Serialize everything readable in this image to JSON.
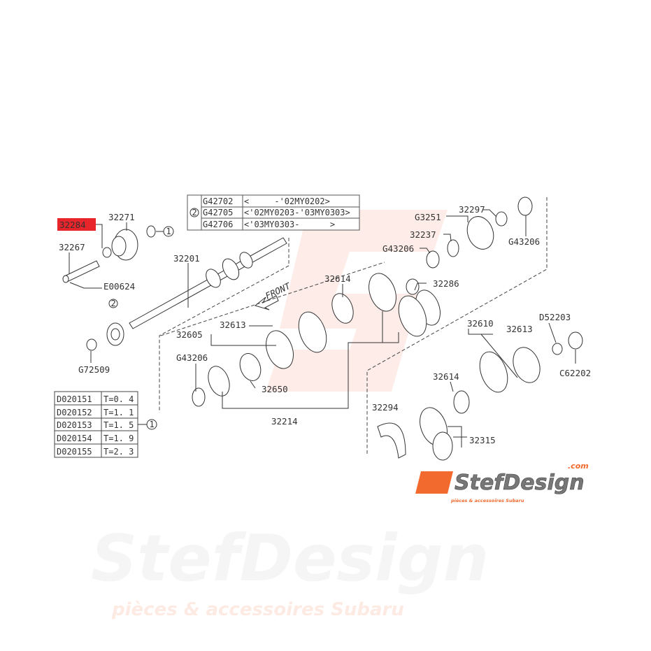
{
  "highlighted_part": "32284",
  "highlight_color": "#e8252b",
  "brand_color": "#f26a2e",
  "labels": {
    "p32284": "32284",
    "p32271": "32271",
    "p32267": "32267",
    "e00624": "E00624",
    "p32201": "32201",
    "p32614a": "32614",
    "p32605": "32605",
    "p32613a": "32613",
    "g43206a": "G43206",
    "p32650": "32650",
    "p32214": "32214",
    "g72509": "G72509",
    "g3251": "G3251",
    "p32297": "32297",
    "p32237": "32237",
    "g43206b": "G43206",
    "p32286": "32286",
    "g43206c": "G43206",
    "p32610": "32610",
    "p32613b": "32613",
    "d52203": "D52203",
    "c62202": "C62202",
    "p32614b": "32614",
    "p32294": "32294",
    "p32315": "32315",
    "front": "FRONT"
  },
  "callouts": {
    "one": "1",
    "two": "2"
  },
  "g_table": [
    {
      "part": "G42702",
      "range": "<     -'02MY0202>"
    },
    {
      "part": "G42705",
      "range": "<'02MY0203-'03MY0303>"
    },
    {
      "part": "G42706",
      "range": "<'03MY0303-      >"
    }
  ],
  "d_table": [
    {
      "part": "D020151",
      "thickness": "T=0. 4"
    },
    {
      "part": "D020152",
      "thickness": "T=1. 1"
    },
    {
      "part": "D020153",
      "thickness": "T=1. 5"
    },
    {
      "part": "D020154",
      "thickness": "T=1. 9"
    },
    {
      "part": "D020155",
      "thickness": "T=2. 3"
    }
  ],
  "logo": {
    "name": "StefDesign",
    "domain": ".com",
    "tagline": "pièces & accessoires Subaru"
  },
  "watermark": {
    "name": "StefDesign",
    "tagline": "pièces & accessoires Subaru"
  }
}
